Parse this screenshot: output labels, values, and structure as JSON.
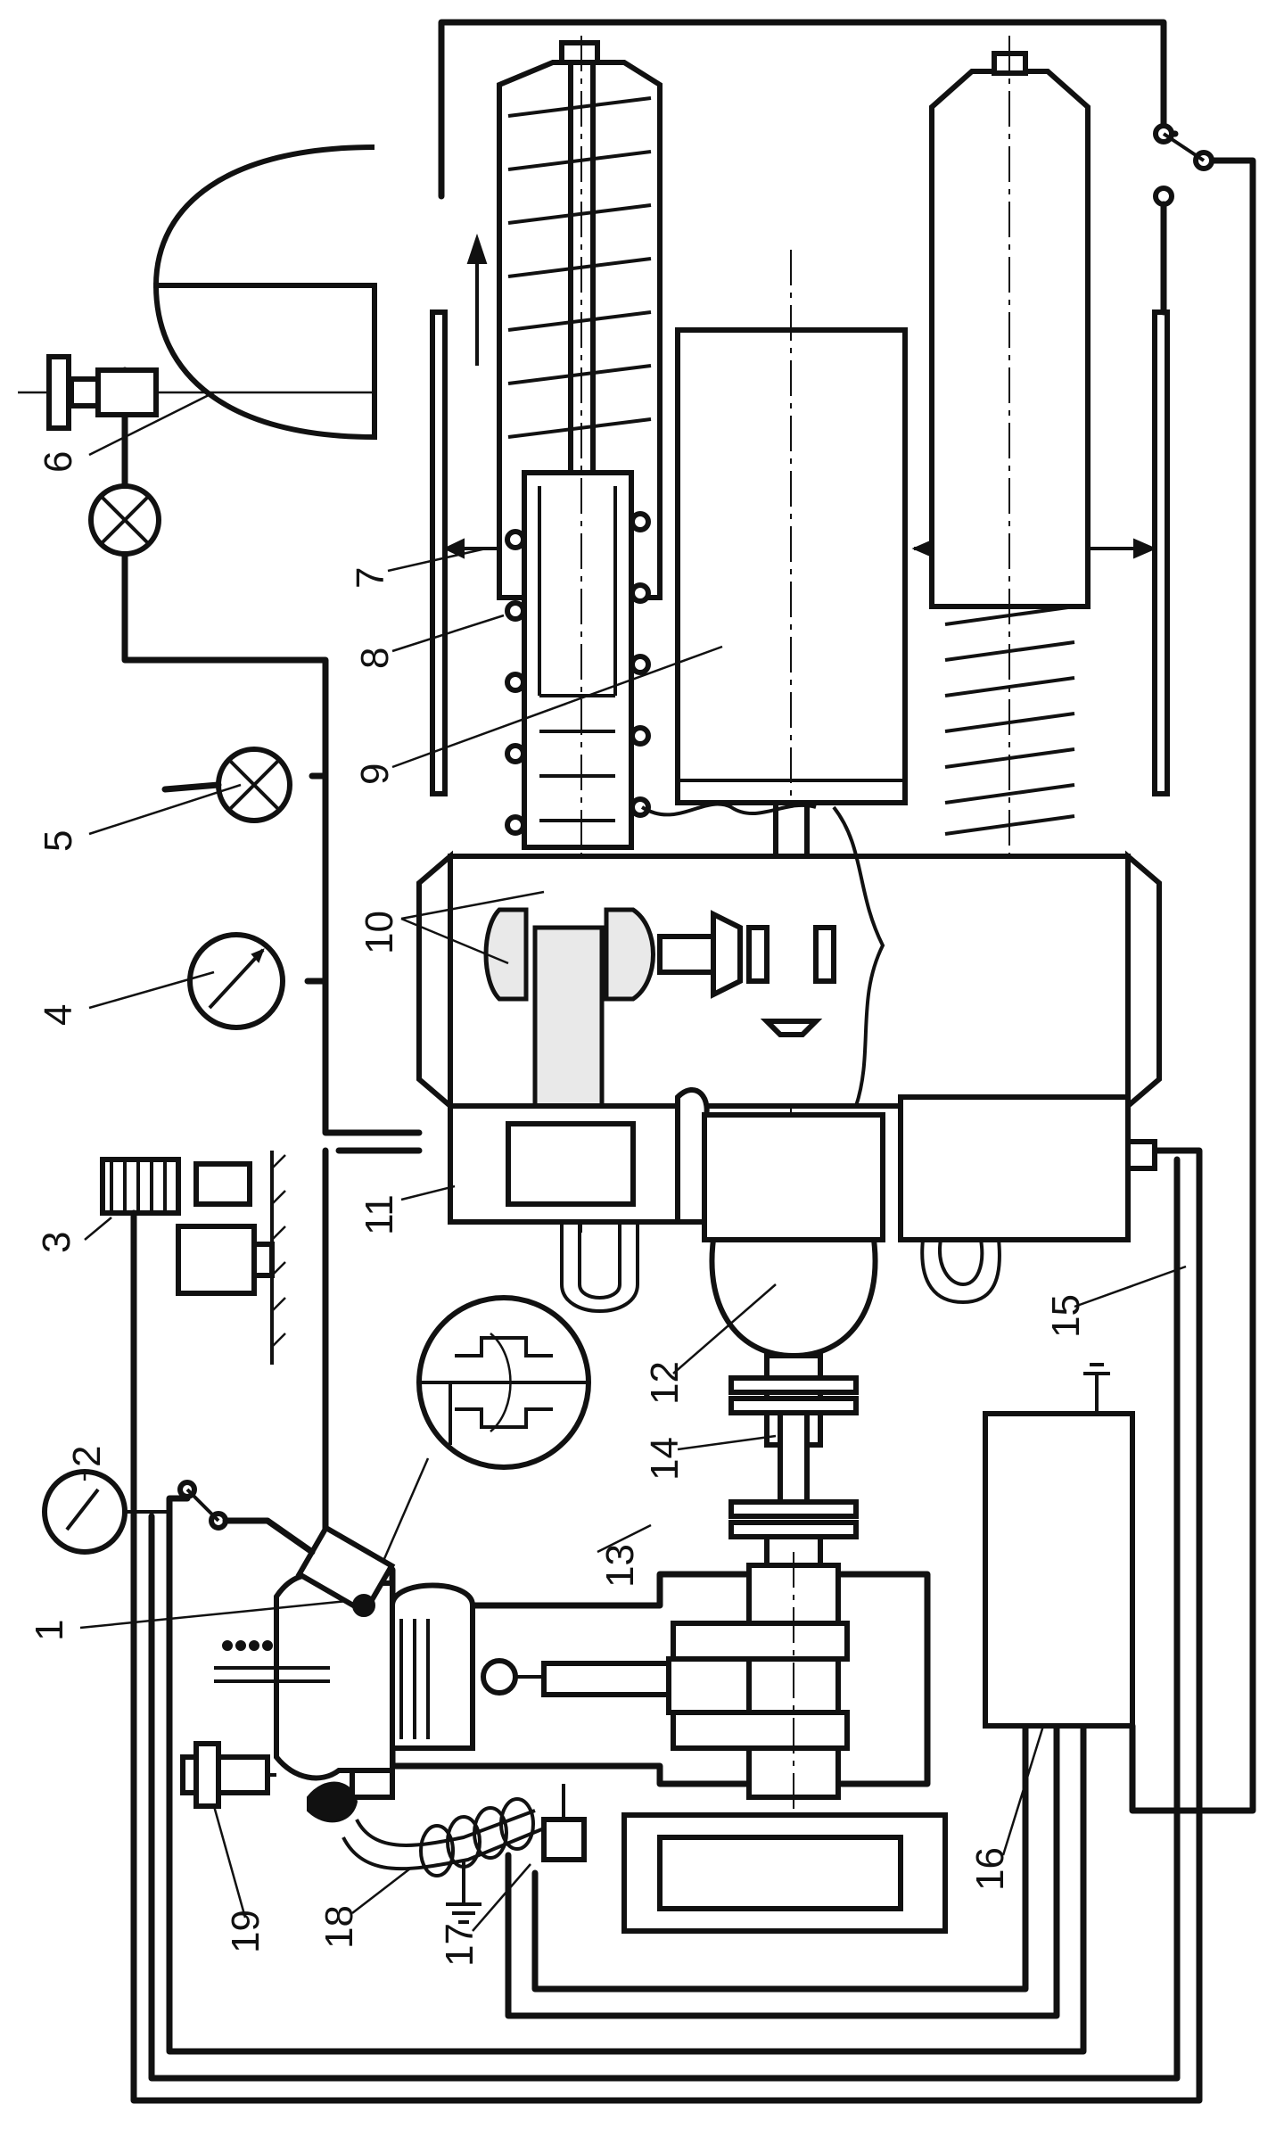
{
  "labels": {
    "l1": "1",
    "l2": "2",
    "l3": "3",
    "l4": "4",
    "l5": "5",
    "l6": "6",
    "l7": "7",
    "l8": "8",
    "l9": "9",
    "l10": "10",
    "l11": "11",
    "l12": "12",
    "l13": "13",
    "l14": "14",
    "l15": "15",
    "l16": "16",
    "l17": "17",
    "l18": "18",
    "l19": "19"
  },
  "colors": {
    "ink": "#111111",
    "background": "#ffffff"
  }
}
